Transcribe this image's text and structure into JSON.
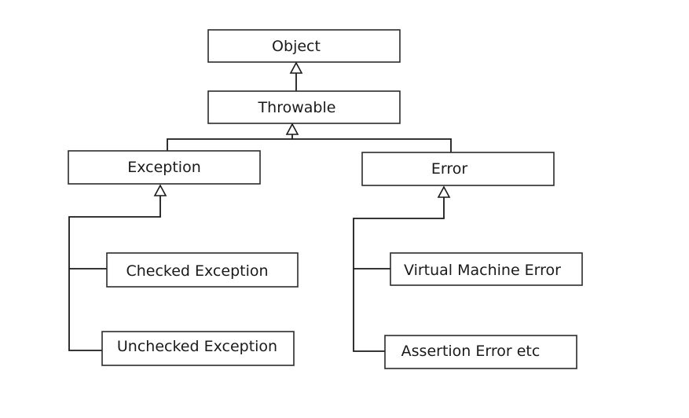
{
  "nodes": {
    "object": "Object",
    "throwable": "Throwable",
    "exception": "Exception",
    "error": "Error",
    "checked_exception": "Checked Exception",
    "unchecked_exception": "Unchecked Exception",
    "virtual_machine_error": "Virtual Machine Error",
    "assertion_error": "Assertion Error etc"
  },
  "colors": {
    "stroke": "#1a1a1a",
    "box_fill": "#ffffff",
    "background": "#ffffff"
  }
}
